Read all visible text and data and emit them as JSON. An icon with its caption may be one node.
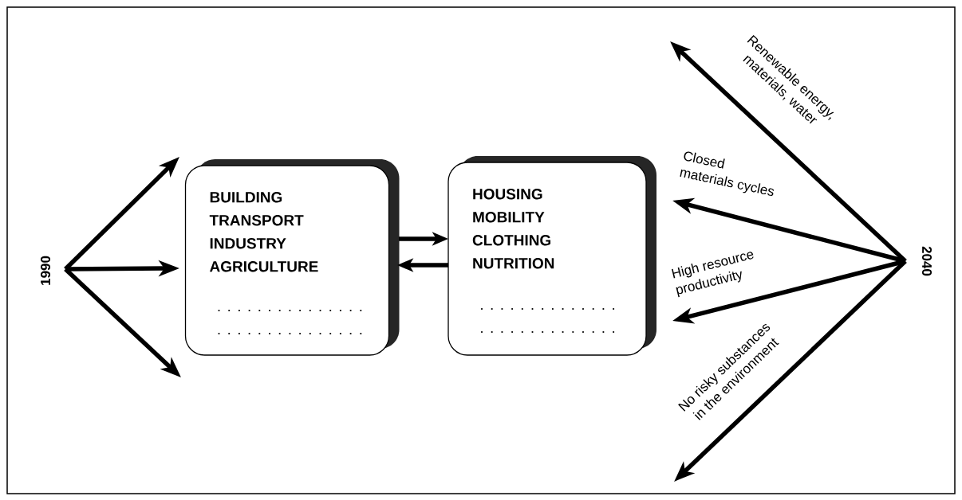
{
  "diagram": {
    "nodes": [
      {
        "text": [
          "1990"
        ]
      },
      {
        "text": [
          "BUILDING TRANSPORT INDUSTRY AGRICULTURE"
        ]
      },
      {
        "text": [
          "HOUSING MOBILITY CLOTHING NUTRITION"
        ]
      },
      {
        "text": [
          "2040"
        ]
      }
    ],
    "edges": [
      {
        "from": 0,
        "to": null,
        "arrow": "to"
      },
      {
        "from": 0,
        "to": 1,
        "arrow": "to"
      },
      {
        "from": 0,
        "to": null,
        "arrow": "to"
      },
      {
        "from": 1,
        "to": 2,
        "arrow": "to"
      },
      {
        "from": 2,
        "to": 1,
        "arrow": "to"
      },
      {
        "from": 3,
        "to": null,
        "arrow": "to",
        "label": "Renewable energy, materials, water"
      },
      {
        "from": 3,
        "to": null,
        "arrow": "to",
        "label": "Closed materials cycles"
      },
      {
        "from": 3,
        "to": null,
        "arrow": "to",
        "label": "High resource productivity"
      },
      {
        "from": 3,
        "to": null,
        "arrow": "to",
        "label": "No risky substances in the environment"
      }
    ]
  }
}
